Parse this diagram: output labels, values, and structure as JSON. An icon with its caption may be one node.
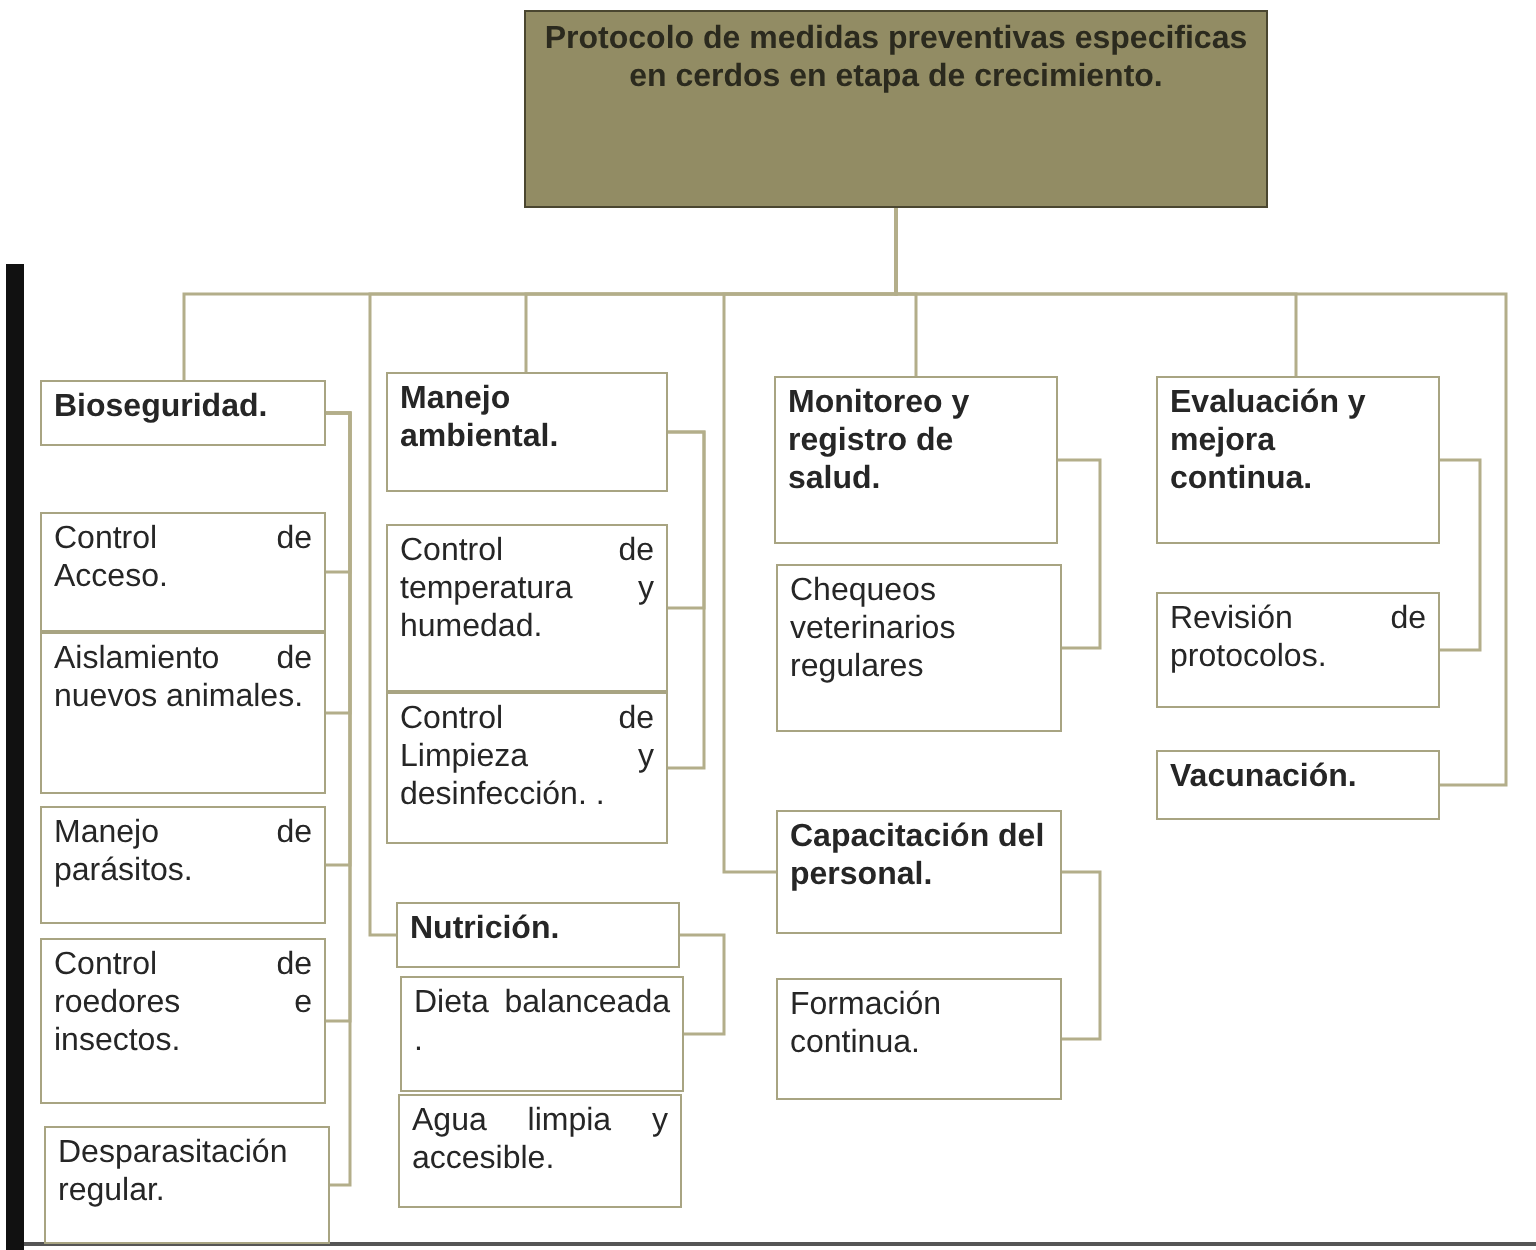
{
  "diagram": {
    "nodes": [
      {
        "text": [
          "Protocolo de medidas preventivas especificas en cerdos en etapa de crecimiento."
        ]
      },
      {
        "text": [
          "Bioseguridad."
        ]
      },
      {
        "text": [
          "Control de Acceso."
        ]
      },
      {
        "text": [
          "Aislamiento de nuevos animales."
        ]
      },
      {
        "text": [
          "Manejo de parásitos."
        ]
      },
      {
        "text": [
          "Control de roedores e insectos."
        ]
      },
      {
        "text": [
          "Desparasitación regular."
        ]
      },
      {
        "text": [
          "Manejo ambiental."
        ]
      },
      {
        "text": [
          "Control de temperatura y humedad."
        ]
      },
      {
        "text": [
          "Control de Limpieza y desinfección. ."
        ]
      },
      {
        "text": [
          "Nutrición."
        ]
      },
      {
        "text": [
          "Dieta balanceada ."
        ]
      },
      {
        "text": [
          "Agua limpia y accesible."
        ]
      },
      {
        "text": [
          "Monitoreo y registro de salud."
        ]
      },
      {
        "text": [
          "Chequeos veterinarios regulares"
        ]
      },
      {
        "text": [
          "Capacitación del personal."
        ]
      },
      {
        "text": [
          "Formación continua."
        ]
      },
      {
        "text": [
          "Evaluación y mejora continua."
        ]
      },
      {
        "text": [
          "Revisión de protocolos."
        ]
      },
      {
        "text": [
          "Vacunación."
        ]
      }
    ],
    "edges": [
      {
        "from": 0,
        "to": 1,
        "arrow": "none"
      },
      {
        "from": 0,
        "to": 10,
        "arrow": "none"
      },
      {
        "from": 0,
        "to": 7,
        "arrow": "none"
      },
      {
        "from": 0,
        "to": 15,
        "arrow": "none"
      },
      {
        "from": 0,
        "to": 13,
        "arrow": "none"
      },
      {
        "from": 0,
        "to": 17,
        "arrow": "none"
      },
      {
        "from": 0,
        "to": 19,
        "arrow": "none"
      },
      {
        "from": 1,
        "to": 2,
        "arrow": "none"
      },
      {
        "from": 1,
        "to": 3,
        "arrow": "none"
      },
      {
        "from": 1,
        "to": 4,
        "arrow": "none"
      },
      {
        "from": 1,
        "to": 5,
        "arrow": "none"
      },
      {
        "from": 1,
        "to": 6,
        "arrow": "none"
      },
      {
        "from": 7,
        "to": 8,
        "arrow": "none"
      },
      {
        "from": 7,
        "to": 9,
        "arrow": "none"
      },
      {
        "from": 10,
        "to": 11,
        "arrow": "none"
      },
      {
        "from": 13,
        "to": 14,
        "arrow": "none"
      },
      {
        "from": 15,
        "to": 16,
        "arrow": "none"
      },
      {
        "from": 17,
        "to": 18,
        "arrow": "none"
      }
    ]
  }
}
